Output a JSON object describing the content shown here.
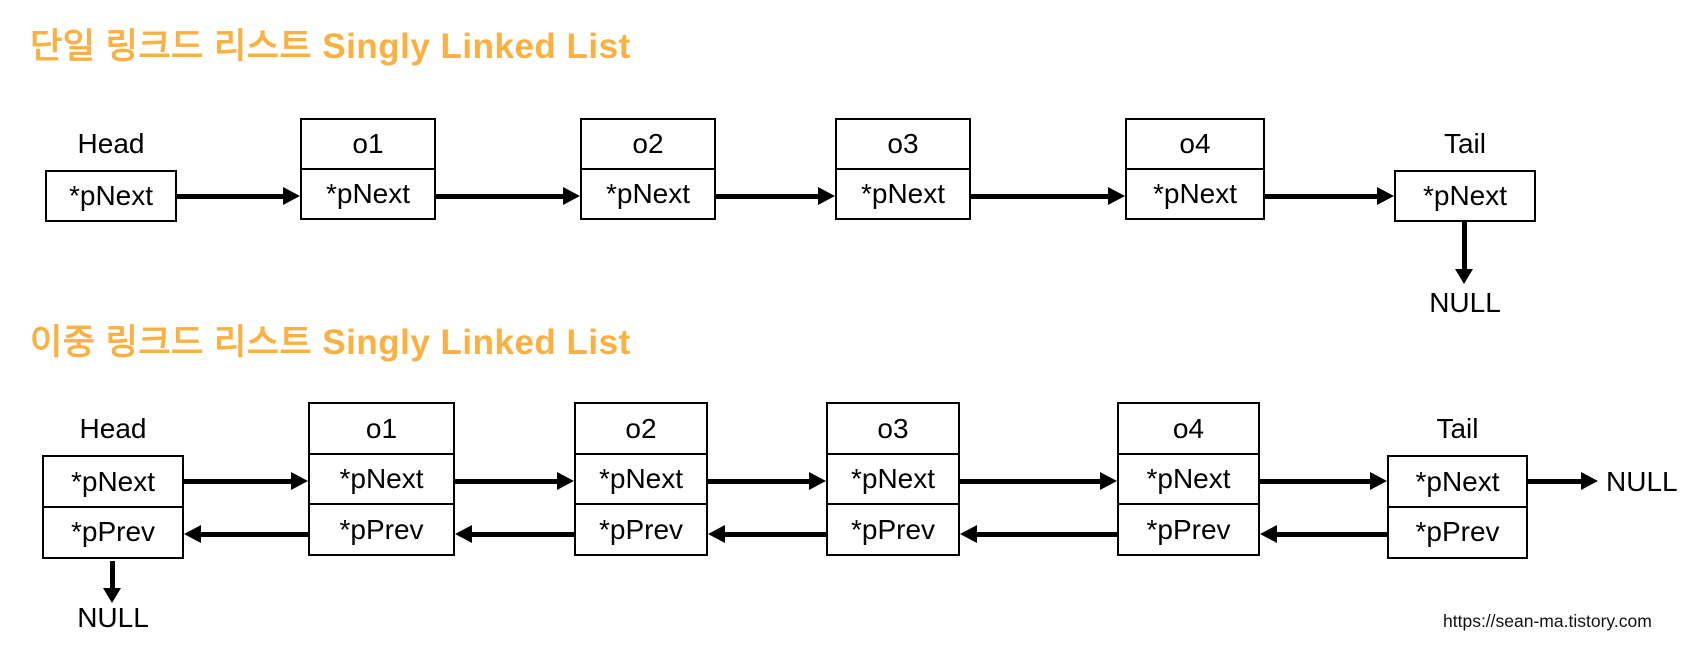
{
  "colors": {
    "title_accent": "#FBB040",
    "diagram_line": "#000000",
    "background": "#FFFFFF"
  },
  "singly": {
    "title": "단일 링크드 리스트 Singly Linked List",
    "null_label": "NULL",
    "nodes": [
      {
        "label": "Head",
        "cells": [
          "*pNext"
        ]
      },
      {
        "label": "o1",
        "cells": [
          "*pNext"
        ]
      },
      {
        "label": "o2",
        "cells": [
          "*pNext"
        ]
      },
      {
        "label": "o3",
        "cells": [
          "*pNext"
        ]
      },
      {
        "label": "o4",
        "cells": [
          "*pNext"
        ]
      },
      {
        "label": "Tail",
        "cells": [
          "*pNext"
        ]
      }
    ]
  },
  "doubly": {
    "title": "이중 링크드 리스트 Singly Linked List",
    "null_head_label": "NULL",
    "null_tail_label": "NULL",
    "nodes": [
      {
        "label": "Head",
        "cells": [
          "*pNext",
          "*pPrev"
        ]
      },
      {
        "label": "o1",
        "cells": [
          "*pNext",
          "*pPrev"
        ]
      },
      {
        "label": "o2",
        "cells": [
          "*pNext",
          "*pPrev"
        ]
      },
      {
        "label": "o3",
        "cells": [
          "*pNext",
          "*pPrev"
        ]
      },
      {
        "label": "o4",
        "cells": [
          "*pNext",
          "*pPrev"
        ]
      },
      {
        "label": "Tail",
        "cells": [
          "*pNext",
          "*pPrev"
        ]
      }
    ]
  },
  "watermark": "https://sean-ma.tistory.com"
}
